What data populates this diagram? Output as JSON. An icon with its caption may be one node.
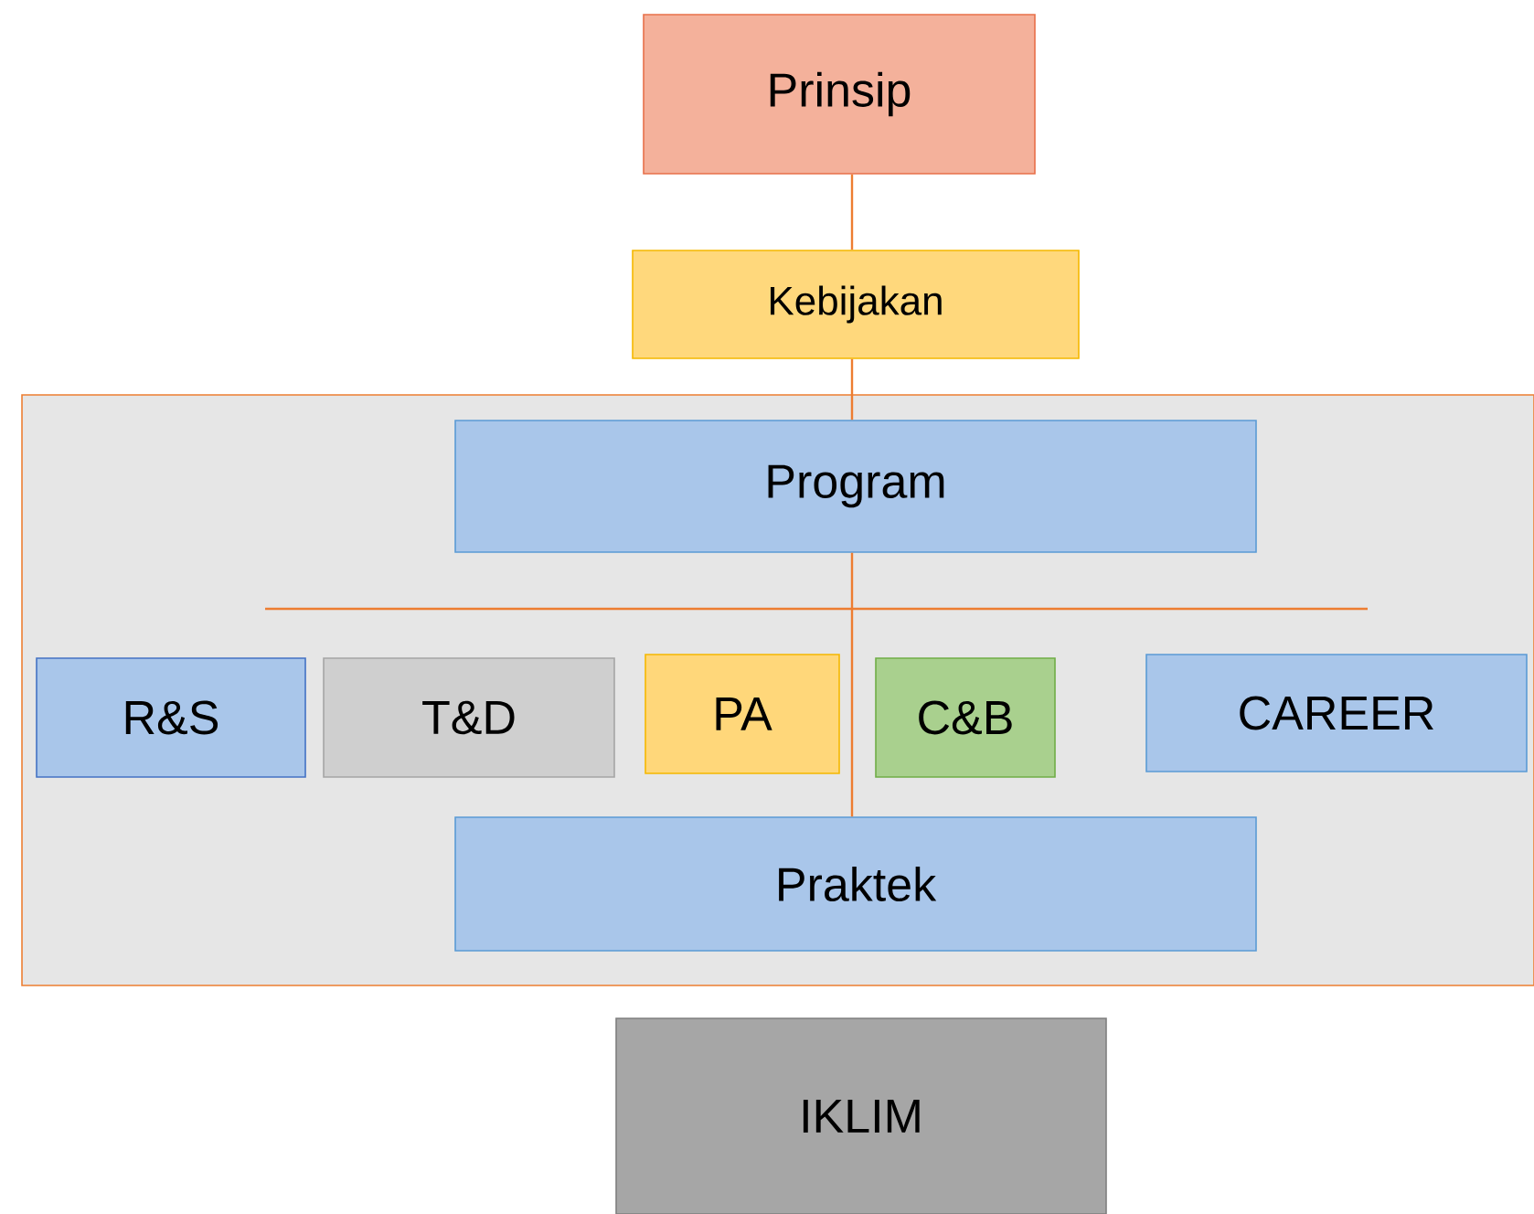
{
  "diagram": {
    "nodes": [
      {
        "text": [
          "Prinsip"
        ]
      },
      {
        "text": [
          "Kebijakan"
        ]
      },
      {
        "text": [],
        "shape": "box"
      },
      {
        "text": [
          "Program"
        ],
        "in": 2
      },
      {
        "text": [
          "R&S"
        ],
        "in": 2
      },
      {
        "text": [
          "T&D"
        ],
        "in": 2
      },
      {
        "text": [
          "PA"
        ],
        "in": 2
      },
      {
        "text": [
          "C&B"
        ],
        "in": 2
      },
      {
        "text": [
          "CAREER"
        ],
        "in": 2
      },
      {
        "text": [
          "Praktek"
        ],
        "in": 2
      },
      {
        "text": [
          "IKLIM"
        ]
      }
    ],
    "edges": [
      {
        "from": 0,
        "to": 1,
        "arrow": "none"
      },
      {
        "from": 1,
        "to": 3,
        "arrow": "none"
      },
      {
        "from": 3,
        "to": 9,
        "arrow": "none"
      }
    ]
  }
}
